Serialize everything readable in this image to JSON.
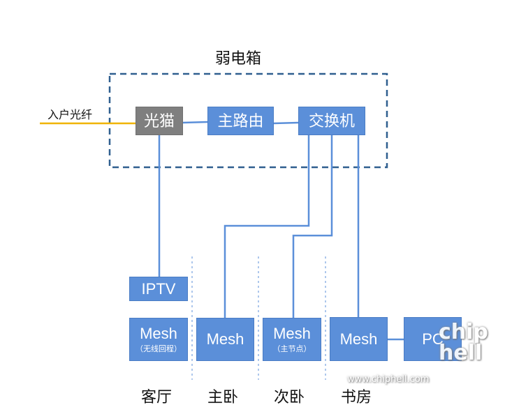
{
  "cabinet": {
    "title": "弱电箱"
  },
  "incoming_fiber": {
    "label": "入户光纤",
    "color": "#f0b400"
  },
  "colors": {
    "node_fill": "#5b8fd9",
    "modem_fill": "#7f7f7f",
    "link": "#5b8fd9",
    "dashed": "#2f5f8f"
  },
  "devices": {
    "modem": "光猫",
    "router": "主路由",
    "switch": "交换机",
    "iptv": "IPTV",
    "mesh_living": {
      "name": "Mesh",
      "note": "（无线回程）"
    },
    "mesh_master": {
      "name": "Mesh"
    },
    "mesh_second": {
      "name": "Mesh",
      "note": "（主节点）"
    },
    "mesh_study": {
      "name": "Mesh"
    },
    "pc": "PC"
  },
  "rooms": [
    "客厅",
    "主卧",
    "次卧",
    "书房"
  ],
  "watermark": {
    "logo": "chip hell",
    "url": "www.chiphell.com"
  }
}
